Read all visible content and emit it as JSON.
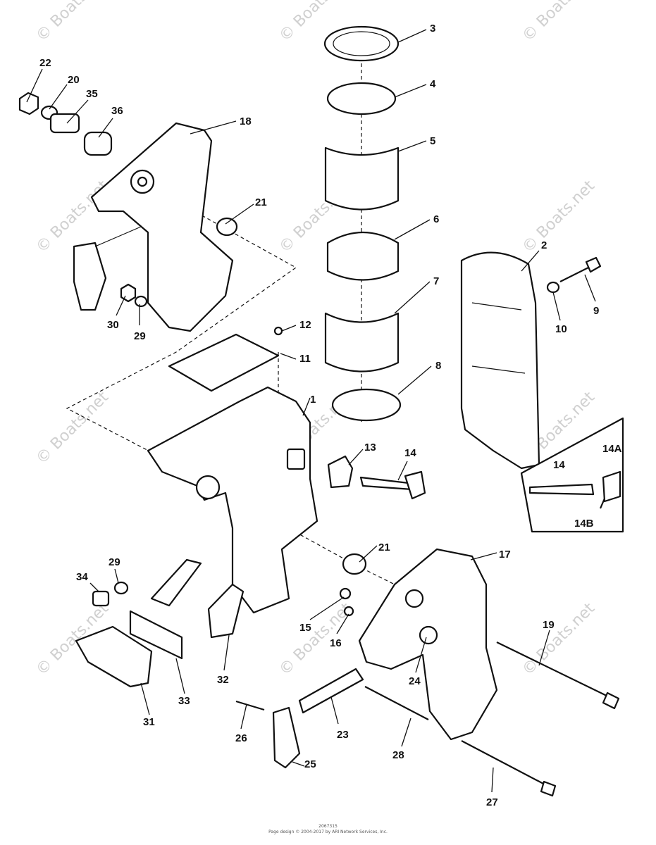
{
  "watermark": "© Boats.net",
  "callouts": [
    "1",
    "2",
    "3",
    "4",
    "5",
    "6",
    "7",
    "8",
    "9",
    "10",
    "11",
    "12",
    "13",
    "14",
    "14A",
    "14B",
    "15",
    "16",
    "17",
    "18",
    "19",
    "20",
    "21",
    "22",
    "23",
    "24",
    "25",
    "26",
    "27",
    "28",
    "29",
    "30",
    "31",
    "32",
    "33",
    "34",
    "35",
    "36"
  ],
  "footer": {
    "code": "2067315",
    "copyright": "Page design © 2004-2017 by ARI Network Services, Inc."
  }
}
